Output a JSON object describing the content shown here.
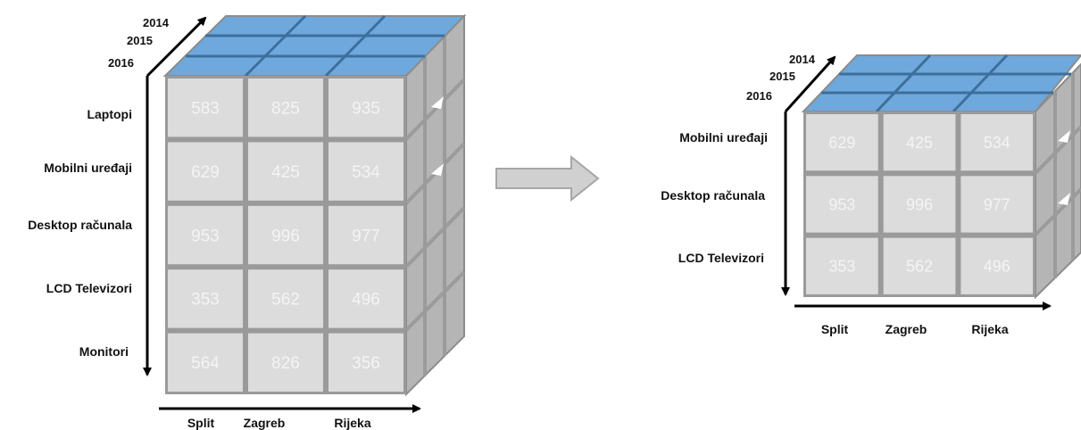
{
  "left_cube": {
    "years": [
      "2014",
      "2015",
      "2016"
    ],
    "rows": [
      "Laptopi",
      "Mobilni uređaji",
      "Desktop računala",
      "LCD Televizori",
      "Monitori"
    ],
    "cols": [
      "Split",
      "Zagreb",
      "Rijeka"
    ],
    "values": [
      [
        "583",
        "825",
        "935"
      ],
      [
        "629",
        "425",
        "534"
      ],
      [
        "953",
        "996",
        "977"
      ],
      [
        "353",
        "562",
        "496"
      ],
      [
        "564",
        "826",
        "356"
      ]
    ]
  },
  "right_cube": {
    "years": [
      "2014",
      "2015",
      "2016"
    ],
    "rows": [
      "Mobilni uređaji",
      "Desktop računala",
      "LCD Televizori"
    ],
    "cols": [
      "Split",
      "Zagreb",
      "Rijeka"
    ],
    "values": [
      [
        "629",
        "425",
        "534"
      ],
      [
        "953",
        "996",
        "977"
      ],
      [
        "353",
        "562",
        "496"
      ]
    ]
  },
  "colors": {
    "top_face": "#6fa8dc",
    "top_grid": "#3d6f9c",
    "cell_fill": "#dcdcdc",
    "grid_line": "#9a9a9a",
    "side_face": "#b8b8b8",
    "arrow": "#000000",
    "transition_arrow": "#d0d0d0"
  }
}
